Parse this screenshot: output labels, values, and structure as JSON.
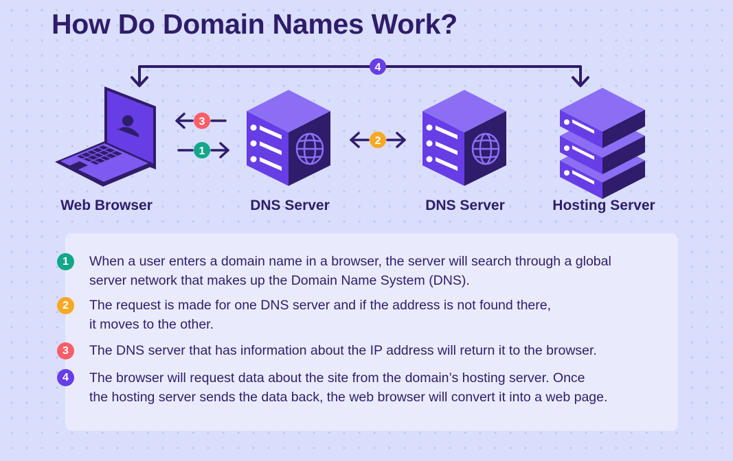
{
  "title": "How Do Domain Names Work?",
  "colors": {
    "background": "#d9defc",
    "panel": "#e9ebfd",
    "navy": "#2f1c6a",
    "purple": "#673de6",
    "badge_1": "#11a788",
    "badge_2": "#f8a823",
    "badge_3": "#fc5e68",
    "badge_4": "#673de6"
  },
  "nodes": [
    {
      "label": "Web Browser",
      "icon": "laptop-icon"
    },
    {
      "label": "DNS Server",
      "icon": "dns-server-icon"
    },
    {
      "label": "DNS Server",
      "icon": "dns-server-icon"
    },
    {
      "label": "Hosting Server",
      "icon": "hosting-server-stack-icon"
    }
  ],
  "arrows": [
    {
      "number": "1",
      "from": "Web Browser",
      "to": "DNS Server"
    },
    {
      "number": "2",
      "from": "DNS Server",
      "to": "DNS Server"
    },
    {
      "number": "3",
      "from": "DNS Server",
      "to": "Web Browser"
    },
    {
      "number": "4",
      "from": "Web Browser",
      "to": "Hosting Server"
    }
  ],
  "steps": [
    {
      "number": "1",
      "lines": [
        "When a user enters a domain name in a browser, the server will search through a global",
        "server network that makes up the Domain Name System (DNS)."
      ]
    },
    {
      "number": "2",
      "lines": [
        "The request is made for one DNS server and if the address is not found there,",
        "it moves to the other."
      ]
    },
    {
      "number": "3",
      "lines": [
        "The DNS server that has information about the IP address will return it to the browser."
      ]
    },
    {
      "number": "4",
      "lines": [
        "The browser will request data about the site from the domain’s hosting server. Once",
        "the hosting server sends the data back, the web browser will convert it into a web page."
      ]
    }
  ]
}
